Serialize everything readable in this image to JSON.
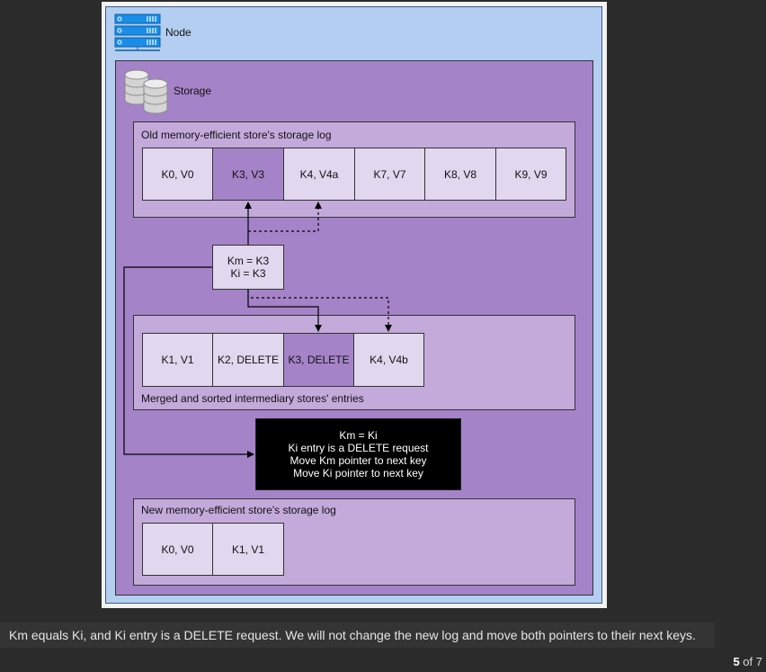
{
  "node": {
    "label": "Node"
  },
  "storage": {
    "label": "Storage"
  },
  "old_log": {
    "title": "Old memory-efficient store's storage log",
    "entries": [
      "K0, V0",
      "K3, V3",
      "K4, V4a",
      "K7, V7",
      "K8, V8",
      "K9, V9"
    ]
  },
  "pointer_box": {
    "line1": "Km = K3",
    "line2": "Ki = K3"
  },
  "intermediary": {
    "title": "Merged and sorted intermediary stores' entries",
    "entries": [
      "K1, V1",
      "K2, DELETE",
      "K3, DELETE",
      "K4, V4b"
    ]
  },
  "message": {
    "line1": "Km = Ki",
    "line2": "Ki entry is a DELETE request",
    "line3": "Move Km pointer to next key",
    "line4": "Move Ki pointer to next key"
  },
  "new_log": {
    "title": "New memory-efficient store's storage log",
    "entries": [
      "K0, V0",
      "K1, V1"
    ]
  },
  "caption": "Km equals Ki, and Ki entry is a DELETE request. We will not change the new log and move both pointers to their next keys.",
  "pager": {
    "current": "5",
    "separator": " of ",
    "total": "7"
  },
  "colors": {
    "node_fill": "#b4cef1",
    "storage_fill": "#a583c8",
    "panel_fill": "#c3aadb",
    "cell_fill": "#e1d7ee",
    "highlight_fill": "#a583c8",
    "server_icon_blue": "#1a8ee6"
  }
}
